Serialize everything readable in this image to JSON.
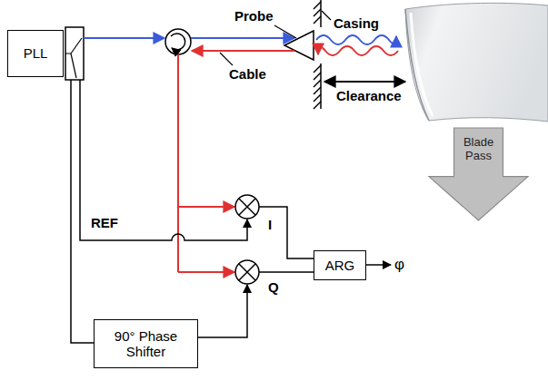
{
  "diagram": {
    "nodes": [
      {
        "text": [
          "PLL"
        ]
      },
      {
        "text": [
          "Blade Pass"
        ]
      },
      {
        "text": [
          "ARG"
        ]
      },
      {
        "text": [
          "90° Phase Shifter"
        ]
      }
    ],
    "labels": [
      "Casing",
      "Probe",
      "Cable",
      "Clearance",
      "REF",
      "I",
      "Q",
      "φ"
    ]
  }
}
